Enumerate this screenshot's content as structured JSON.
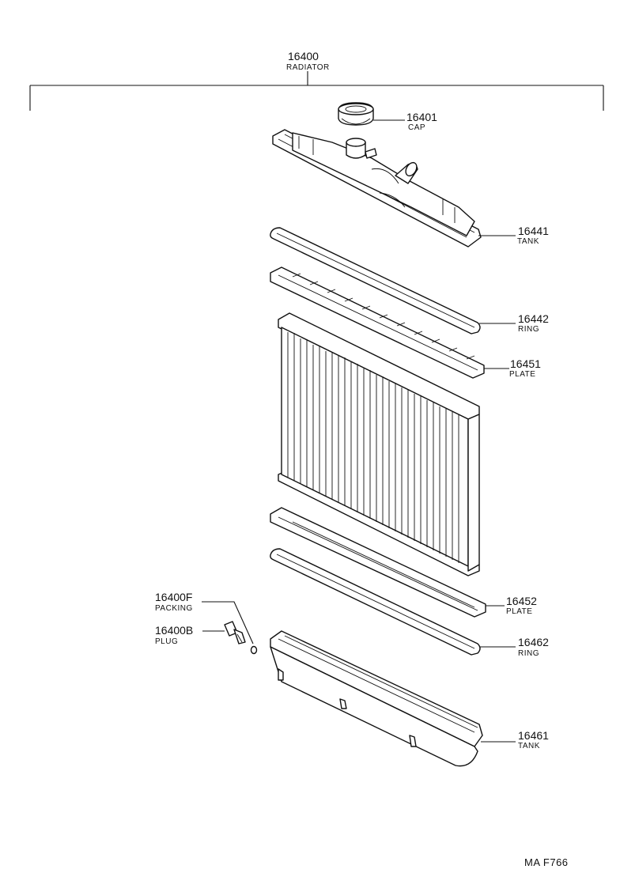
{
  "diagram": {
    "assembly": {
      "number": "16400",
      "name": "RADIATOR"
    },
    "parts": [
      {
        "number": "16401",
        "name": "CAP"
      },
      {
        "number": "16441",
        "name": "TANK"
      },
      {
        "number": "16442",
        "name": "RING"
      },
      {
        "number": "16451",
        "name": "PLATE"
      },
      {
        "number": "16452",
        "name": "PLATE"
      },
      {
        "number": "16462",
        "name": "RING"
      },
      {
        "number": "16461",
        "name": "TANK"
      },
      {
        "number": "16400F",
        "name": "PACKING"
      },
      {
        "number": "16400B",
        "name": "PLUG"
      }
    ],
    "figure_code": "MA F766"
  }
}
